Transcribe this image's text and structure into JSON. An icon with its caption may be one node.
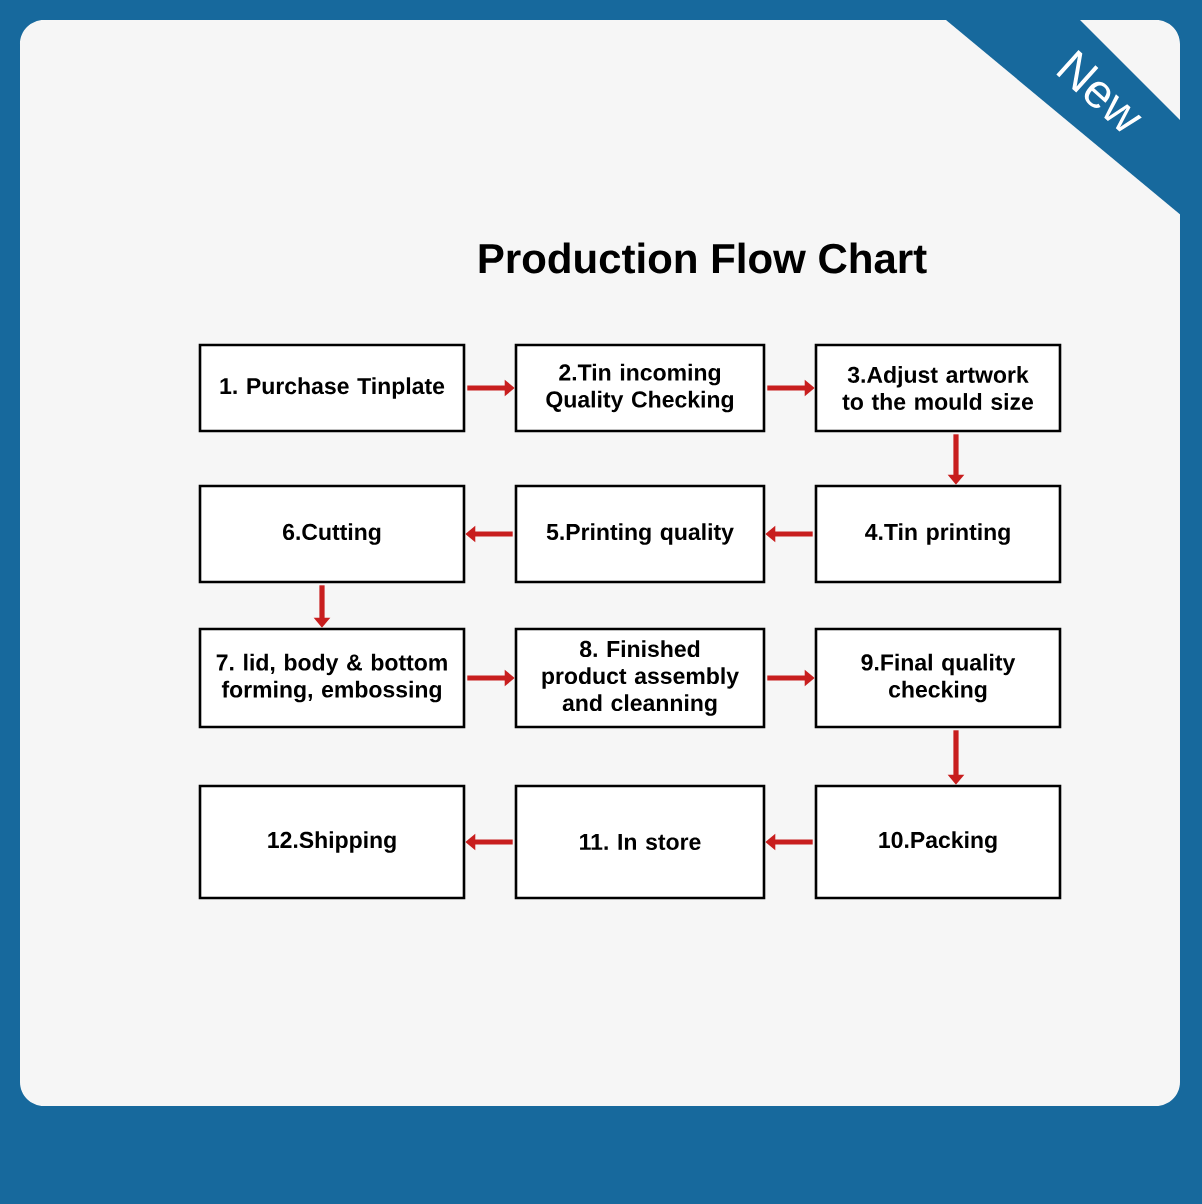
{
  "diagram": {
    "title": "Production Flow Chart",
    "nodes": [
      {
        "text": [
          "1. Purchase Tinplate"
        ]
      },
      {
        "text": [
          "2.Tin incoming Quality Checking"
        ]
      },
      {
        "text": [
          "3.Adjust artwork to the mould size"
        ]
      },
      {
        "text": [
          "4.Tin printing"
        ]
      },
      {
        "text": [
          "5.Printing quality"
        ]
      },
      {
        "text": [
          "6.Cutting"
        ]
      },
      {
        "text": [
          "7. lid, body & bottom forming, embossing"
        ]
      },
      {
        "text": [
          "8. Finished product assembly and cleanning"
        ]
      },
      {
        "text": [
          "9.Final quality checking"
        ]
      },
      {
        "text": [
          "10.Packing"
        ]
      },
      {
        "text": [
          "11. In store"
        ]
      },
      {
        "text": [
          "12.Shipping"
        ]
      }
    ],
    "edges": [
      {
        "from": 0,
        "to": 1,
        "arrow": "to"
      },
      {
        "from": 1,
        "to": 2,
        "arrow": "to"
      },
      {
        "from": 2,
        "to": 3,
        "arrow": "to"
      },
      {
        "from": 3,
        "to": 4,
        "arrow": "to"
      },
      {
        "from": 4,
        "to": 5,
        "arrow": "to"
      },
      {
        "from": 5,
        "to": 6,
        "arrow": "to"
      },
      {
        "from": 6,
        "to": 7,
        "arrow": "to"
      },
      {
        "from": 7,
        "to": 8,
        "arrow": "to"
      },
      {
        "from": 8,
        "to": 9,
        "arrow": "to"
      },
      {
        "from": 9,
        "to": 10,
        "arrow": "to"
      },
      {
        "from": 10,
        "to": 11,
        "arrow": "to"
      }
    ],
    "labels": [
      "New"
    ]
  }
}
